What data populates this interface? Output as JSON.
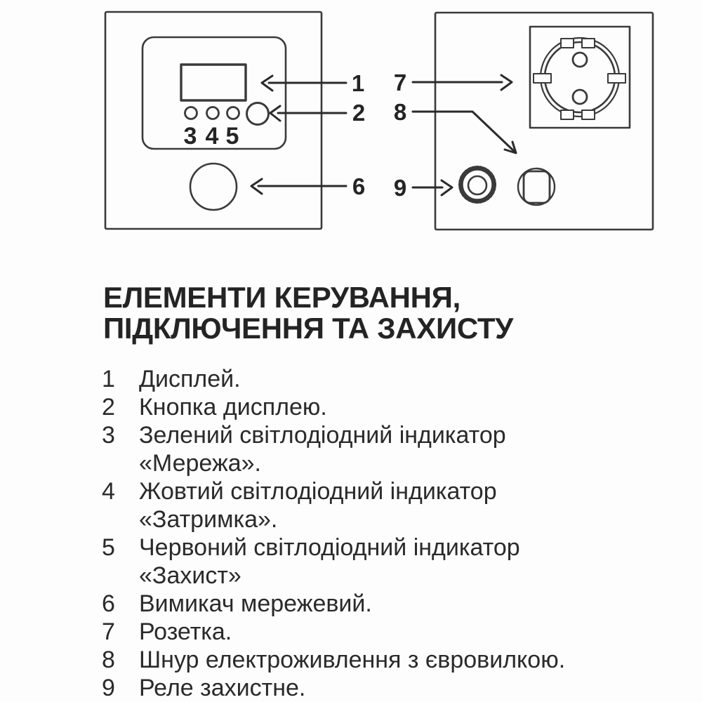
{
  "colors": {
    "ink": "#2b2b2b",
    "panel_stroke": "#3a3a3a",
    "background": "#fdfdfd"
  },
  "diagram": {
    "front_panel": {
      "led_labels": [
        "3",
        "4",
        "5"
      ],
      "callouts": {
        "display": "1",
        "display_button": "2",
        "power_switch": "6"
      }
    },
    "rear_panel": {
      "callouts": {
        "socket": "7",
        "power_cord": "8",
        "protective_relay": "9"
      }
    }
  },
  "title": {
    "line1": "ЕЛЕМЕНТИ КЕРУВАННЯ,",
    "line2": "ПІДКЛЮЧЕННЯ ТА ЗАХИСТУ"
  },
  "legend": {
    "items": [
      {
        "num": "1",
        "lines": [
          "Дисплей."
        ]
      },
      {
        "num": "2",
        "lines": [
          "Кнопка дисплею."
        ]
      },
      {
        "num": "3",
        "lines": [
          "Зелений світлодіодний індикатор",
          "«Мережа»."
        ]
      },
      {
        "num": "4",
        "lines": [
          "Жовтий світлодіодний індикатор",
          "«Затримка»."
        ]
      },
      {
        "num": "5",
        "lines": [
          "Червоний світлодіодний індикатор",
          "«Захист»"
        ]
      },
      {
        "num": "6",
        "lines": [
          "Вимикач мережевий."
        ]
      },
      {
        "num": "7",
        "lines": [
          "Розетка."
        ]
      },
      {
        "num": "8",
        "lines": [
          "Шнур електроживлення з євровилкою."
        ]
      },
      {
        "num": "9",
        "lines": [
          "Реле захистне."
        ]
      }
    ]
  }
}
